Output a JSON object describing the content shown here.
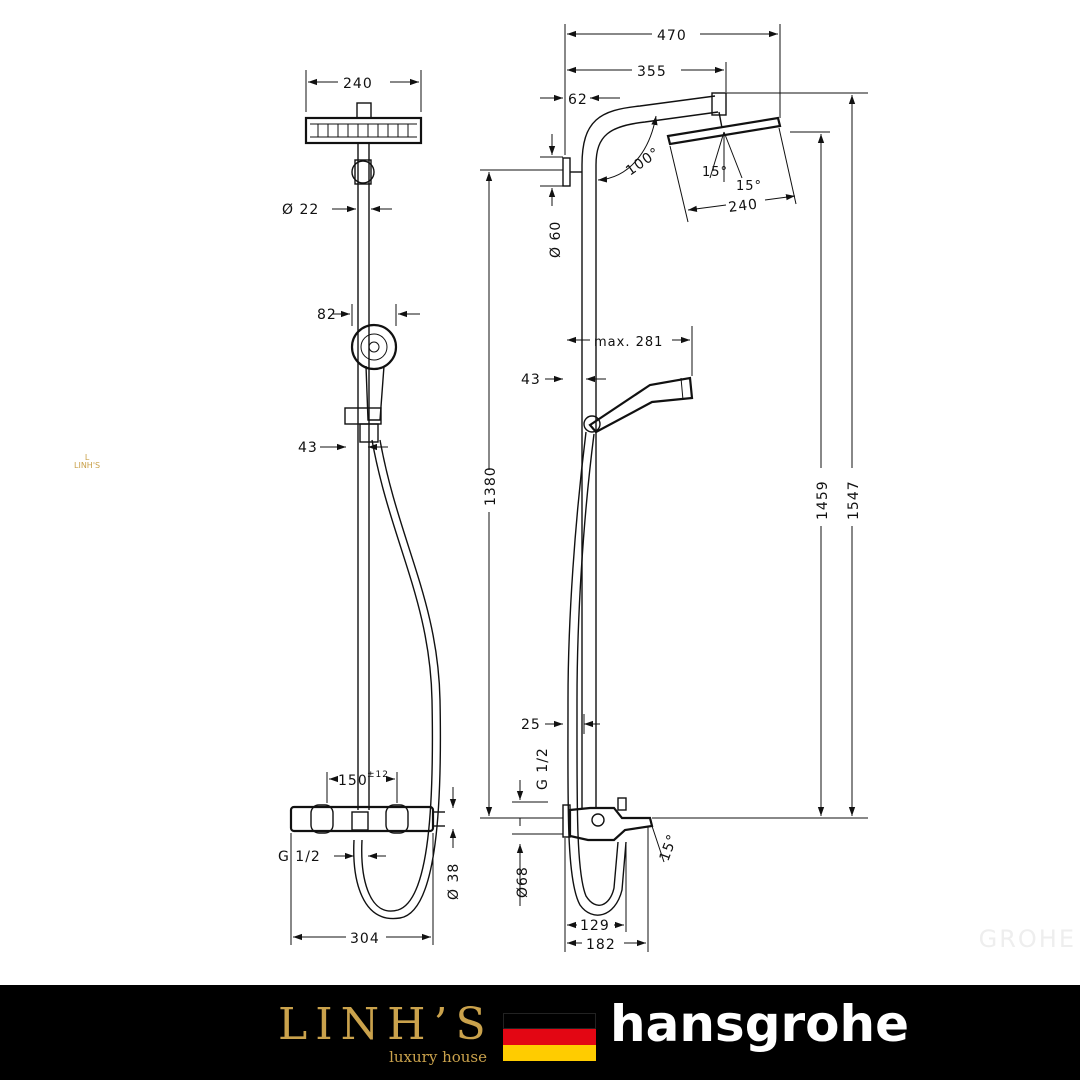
{
  "left_view": {
    "head_width": "240",
    "pipe_diameter": "Ø 22",
    "hand_shower_width": "82",
    "holder_offset": "43",
    "inlet_spacing": "150",
    "inlet_tolerance": "±12",
    "inlet_thread": "G 1/2",
    "outlet_diameter": "Ø 38",
    "total_width": "304"
  },
  "right_view": {
    "overall_reach": "470",
    "arm_reach": "355",
    "wall_offset": "62",
    "arm_angle": "100°",
    "tilt_left": "15°",
    "tilt_right": "15°",
    "head_width": "240",
    "bracket_diameter": "Ø 60",
    "hand_max_reach": "max. 281",
    "holder_offset": "43",
    "height_to_bracket": "1380",
    "height_to_head": "1459",
    "total_height": "1547",
    "valve_offset": "25",
    "inlet_thread": "G 1/2",
    "spout_angle": "15°",
    "flange_diameter": "Ø68",
    "spout_reach": "129",
    "valve_depth": "182"
  },
  "watermarks": {
    "small_logo": "L",
    "small_text": "LINH'S",
    "corner_text": "GROHE"
  },
  "footer": {
    "brand_name": "LINH’S",
    "brand_tagline": "luxury house",
    "partner": "hansgrohe",
    "flag_colors": [
      "#000000",
      "#e30613",
      "#ffcc00"
    ],
    "brand_color": "#caa24c"
  }
}
